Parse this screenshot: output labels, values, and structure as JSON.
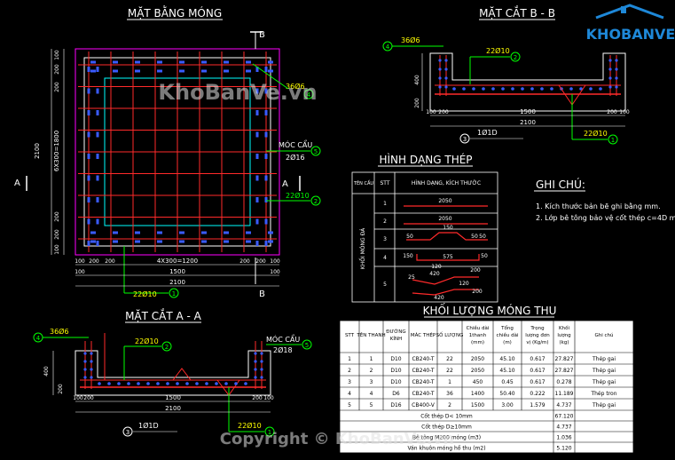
{
  "colors": {
    "background": "#000000",
    "title": "#ffffff",
    "grid_red": "#ff2a2a",
    "dim_white": "#ffffff",
    "green": "#00ff00",
    "yellow": "#ffff00",
    "cyan": "#00ffff",
    "blue": "#0000ff",
    "magenta": "#ff00ff",
    "logo_blue": "#1e88d8"
  },
  "titles": {
    "plan": "MẶT BẰNG MÓNG",
    "section_bb": "MẶT CẮT B - B",
    "section_aa": "MẶT CẮT A - A",
    "steel_shape": "HÌNH DẠNG THÉP",
    "notes": "GHI CHÚ:",
    "quantity": "KHỐI LƯỢNG MÓNG THU"
  },
  "watermarks": {
    "center": "KhoBanVe.vn",
    "bottom": "Copyright © KhoBanVe.vn",
    "logo": "KHOBANVE"
  },
  "plan": {
    "cut_b": "B",
    "cut_a": "A",
    "hook_label": "MÓC CẨU",
    "hook_spec": "2Ø16",
    "rebar_2": "22Ø10",
    "rebar_4": "36Ø6",
    "marker_1": "1",
    "marker_2": "2",
    "marker_4": "4",
    "marker_5": "5",
    "dims_left": [
      "100",
      "200",
      "200",
      "6X300=1800",
      "200",
      "200",
      "100",
      "2100"
    ],
    "dims_bottom_1": [
      "100",
      "200",
      "200",
      "4X300=1200",
      "200",
      "200",
      "100"
    ],
    "dims_bottom_2": [
      "100",
      "1500",
      "100"
    ],
    "dims_bottom_3": "2100"
  },
  "section_bb": {
    "rebar_4": "36Ø6",
    "rebar_2": "22Ø10",
    "rebar_3": "1Ø1D",
    "rebar_1": "22Ø10",
    "marker_1": "1",
    "marker_2": "2",
    "marker_3": "3",
    "marker_4": "4",
    "dims": [
      "100",
      "200",
      "1500",
      "200",
      "100"
    ],
    "total": "2100",
    "height_1": "400",
    "height_2": "200"
  },
  "section_aa": {
    "rebar_4": "36Ø6",
    "rebar_2": "22Ø10",
    "rebar_3": "1Ø1D",
    "rebar_1": "22Ø10",
    "hook_label": "MÓC CẨU",
    "hook_spec": "2Ø18",
    "marker_1": "1",
    "marker_2": "2",
    "marker_3": "3",
    "marker_4": "4",
    "marker_5": "5",
    "dims": [
      "100",
      "200",
      "1500",
      "200",
      "100"
    ],
    "total": "2100",
    "height_1": "400",
    "height_2": "200"
  },
  "steel_table": {
    "headers": [
      "TÊN CẤU",
      "STT",
      "HÌNH DẠNG, KÍCH THƯỚC"
    ],
    "group": "KHỐI MÓNG ĐÁ",
    "rows": [
      {
        "stt": "1",
        "labels": [
          "2050"
        ]
      },
      {
        "stt": "2",
        "labels": [
          "2050"
        ]
      },
      {
        "stt": "3",
        "labels": [
          "50",
          "150",
          "50",
          "50"
        ]
      },
      {
        "stt": "4",
        "labels": [
          "150",
          "575",
          "50"
        ]
      },
      {
        "stt": "5",
        "labels": [
          "120",
          "200",
          "420",
          "25",
          "420",
          "120",
          "200"
        ]
      }
    ]
  },
  "notes": {
    "line1": "1. Kích thước bản bẽ ghi bằng mm.",
    "line2": "2. Lớp bê tông bảo vệ cốt thép c=4D m"
  },
  "quantity_table": {
    "headers": [
      "STT",
      "TÊN THANH",
      "ĐƯỜNG KÍNH",
      "MÁC THÉP",
      "SỐ LƯỢNG",
      "Chiều dài 1thanh (mm)",
      "Tổng chiều dài (m)",
      "Trọng lượng đơn vị (Kg/m)",
      "Khối lượng (kg)",
      "Ghi chú"
    ],
    "rows": [
      [
        "1",
        "1",
        "D10",
        "CB240-T",
        "22",
        "2050",
        "45.10",
        "0.617",
        "27.827",
        "Thép gai"
      ],
      [
        "2",
        "2",
        "D10",
        "CB240-T",
        "22",
        "2050",
        "45.10",
        "0.617",
        "27.827",
        "Thép gai"
      ],
      [
        "3",
        "3",
        "D10",
        "CB240-T",
        "1",
        "450",
        "0.45",
        "0.617",
        "0.278",
        "Thép gai"
      ],
      [
        "4",
        "4",
        "D6",
        "CB240-T",
        "36",
        "1400",
        "50.40",
        "0.222",
        "11.189",
        "Thép tron"
      ],
      [
        "5",
        "5",
        "D16",
        "CB400-V",
        "2",
        "1500",
        "3.00",
        "1.579",
        "4.737",
        "Thép gai"
      ]
    ],
    "summary": [
      {
        "label": "Cốt thép D< 10mm",
        "value": "67.120"
      },
      {
        "label": "Cốt thép D≥10mm",
        "value": "4.737"
      },
      {
        "label": "Bê tông M200 móng (m3)",
        "value": "1.036"
      },
      {
        "label": "Ván khuôn móng hố thu (m2)",
        "value": "5.120"
      }
    ]
  }
}
